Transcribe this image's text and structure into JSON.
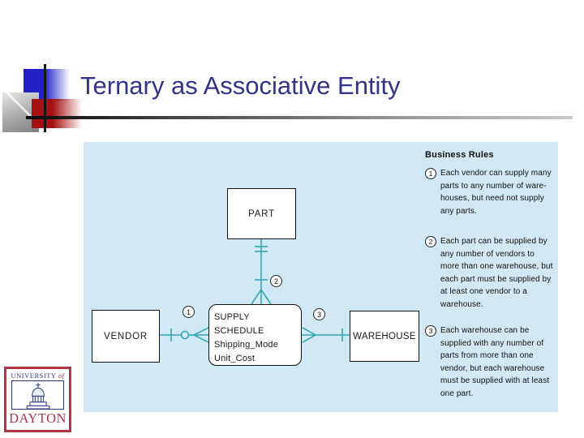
{
  "slide": {
    "title": "Ternary as Associative Entity"
  },
  "colors": {
    "title_text": "#333389",
    "panel_background": "#d0e9f5",
    "connector_teal": "#35a6b2",
    "accent_blue_square": "#2121c8",
    "accent_red_square": "#a61212",
    "logo_red": "#b03545",
    "logo_blue": "#2a3580"
  },
  "diagram": {
    "entities": {
      "part": {
        "label": "PART"
      },
      "vendor": {
        "label": "VENDOR"
      },
      "warehouse": {
        "label": "WAREHOUSE"
      },
      "supply_schedule": {
        "title": "SUPPLY SCHEDULE",
        "attributes": [
          "Shipping_Mode",
          "Unit_Cost"
        ]
      }
    },
    "markers": {
      "m1": "1",
      "m2": "2",
      "m3": "3"
    }
  },
  "rules": {
    "heading": "Business Rules",
    "items": [
      {
        "num": "1",
        "text": "Each vendor can supply many\nparts to any number of ware-\nhouses, but need not supply\nany parts."
      },
      {
        "num": "2",
        "text": "Each part can be supplied by\nany number of vendors to\nmore than one warehouse, but\neach part must be supplied by\nat least one vendor to a\nwarehouse."
      },
      {
        "num": "3",
        "text": "Each warehouse can be\nsupplied with any number of\nparts from more than one\nvendor, but each warehouse\nmust be supplied with at least\none part."
      }
    ]
  },
  "logo": {
    "university": "UNIVERSITY",
    "of_word": "of",
    "city": "DAYTON"
  }
}
